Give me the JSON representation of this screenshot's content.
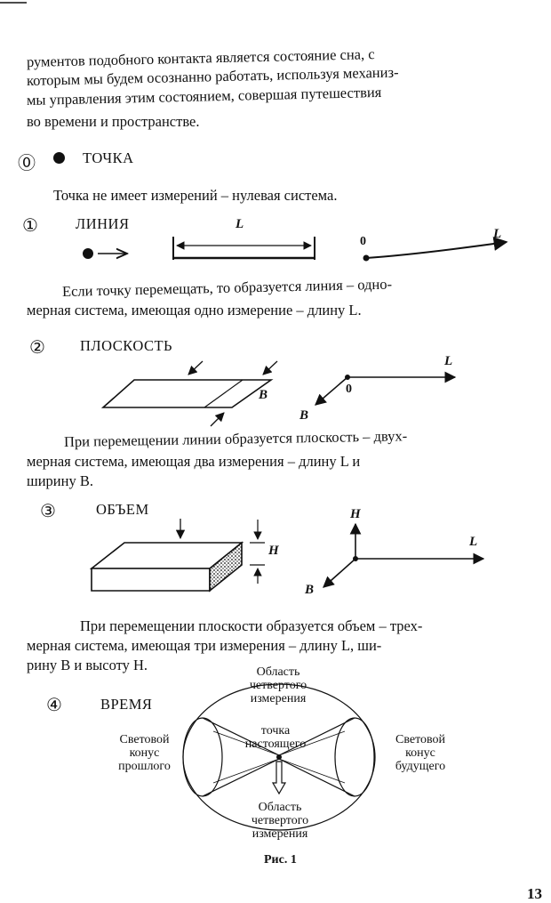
{
  "intro": {
    "line1": "рументов подобного контакта является состояние сна, с",
    "line2": "которым мы будем осознанно работать, используя механиз-",
    "line3": "мы управления этим состоянием, совершая путешествия",
    "line4": "во времени и пространстве."
  },
  "section0": {
    "number": "⓪",
    "title": "ТОЧКА",
    "text": "Точка не имеет измерений – нулевая система."
  },
  "section1": {
    "number": "①",
    "title": "ЛИНИЯ",
    "label_segment": "L",
    "label_origin": "0",
    "label_ray": "L",
    "text_line1": "Если точку перемещать, то образуется линия – одно-",
    "text_line2": "мерная система, имеющая одно измерение – длину L."
  },
  "section2": {
    "number": "②",
    "title": "ПЛОСКОСТЬ",
    "label_width": "B",
    "label_L": "L",
    "label_origin": "0",
    "label_B": "B",
    "text_line1": "При перемещении линии образуется плоскость – двух-",
    "text_line2": "мерная система, имеющая два измерения – длину L  и",
    "text_line3": "ширину B."
  },
  "section3": {
    "number": "③",
    "title": "ОБЪЕМ",
    "label_height": "H",
    "label_H": "H",
    "label_L": "L",
    "label_B": "B",
    "text_line1": "При перемещении плоскости образуется объем – трех-",
    "text_line2": "мерная система, имеющая три измерения – длину L, ши-",
    "text_line3": "рину B и высоту H."
  },
  "section4": {
    "number": "④",
    "title": "ВРЕМЯ",
    "top_region": [
      "Область",
      "четвертого",
      "измерения"
    ],
    "bottom_region": [
      "Область",
      "четвертого",
      "измерения"
    ],
    "present_point": [
      "точка",
      "настоящего"
    ],
    "past_cone": [
      "Световой",
      "конус",
      "прошлого"
    ],
    "future_cone": [
      "Световой",
      "конус",
      "будущего"
    ],
    "caption": "Рис. 1"
  },
  "page_number": "13"
}
